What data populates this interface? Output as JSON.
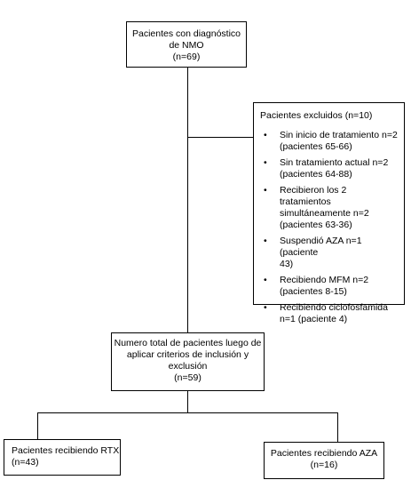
{
  "nodes": {
    "top": {
      "lines": [
        "Pacientes con diagnóstico",
        "de NMO",
        "(n=69)"
      ]
    },
    "excluded": {
      "title": "Pacientes excluidos (n=10)",
      "items": [
        [
          "Sin inicio de tratamiento n=2",
          "(pacientes 65-66)"
        ],
        [
          "Sin tratamiento actual n=2",
          "(pacientes 64-88)"
        ],
        [
          "Recibieron los 2 tratamientos",
          "simultáneamente n=2",
          "(pacientes 63-36)"
        ],
        [
          "Suspendió AZA n=1 (paciente",
          "43)"
        ],
        [
          "Recibiendo MFM n=2",
          "(pacientes 8-15)"
        ],
        [
          "Recibiendo ciclofosfamida",
          "n=1 (paciente 4)"
        ]
      ]
    },
    "total": {
      "lines": [
        "Numero total de pacientes luego de",
        "aplicar criterios de inclusión y",
        "exclusión",
        "(n=59)"
      ]
    },
    "rtx": {
      "lines": [
        "Pacientes recibiendo RTX",
        "(n=43)"
      ]
    },
    "aza": {
      "lines": [
        "Pacientes recibiendo AZA",
        "(n=16)"
      ]
    }
  }
}
